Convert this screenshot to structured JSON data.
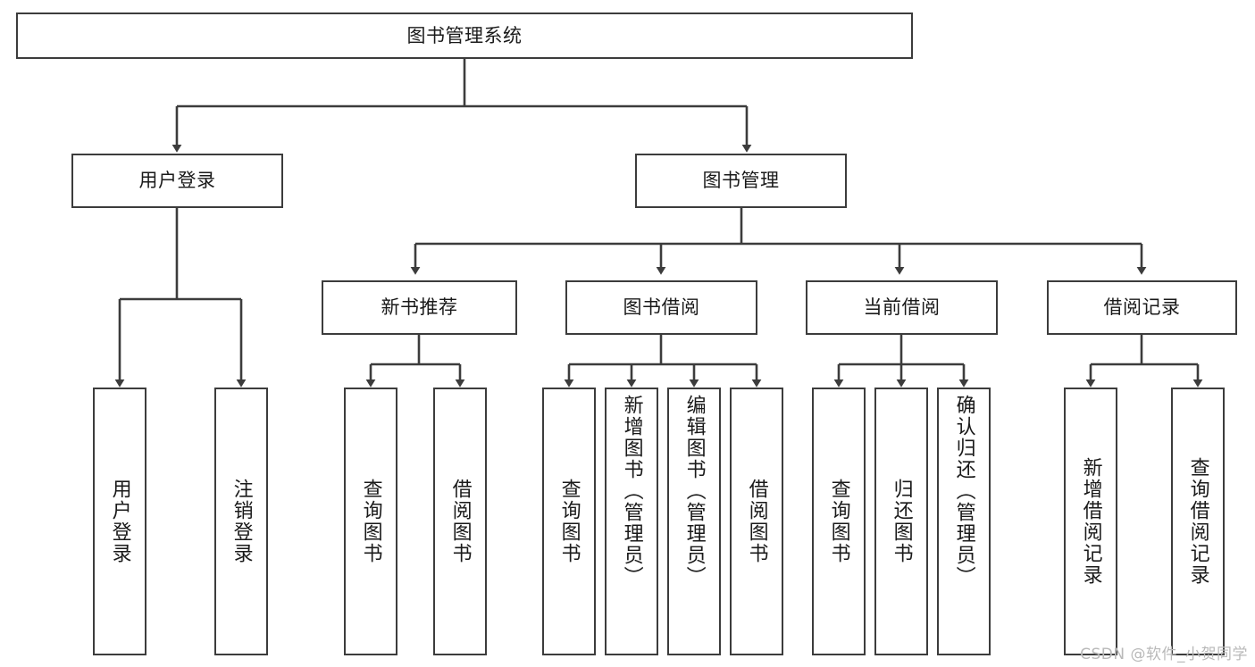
{
  "diagram": {
    "type": "tree-hierarchy",
    "title": "图书管理系统",
    "root": {
      "id": "root",
      "label": "图书管理系统"
    },
    "level2": [
      {
        "id": "user-login",
        "label": "用户登录"
      },
      {
        "id": "book-manage",
        "label": "图书管理"
      }
    ],
    "level3": [
      {
        "id": "new-book-rec",
        "label": "新书推荐",
        "parent": "book-manage"
      },
      {
        "id": "book-borrow",
        "label": "图书借阅",
        "parent": "book-manage"
      },
      {
        "id": "current-borrow",
        "label": "当前借阅",
        "parent": "book-manage"
      },
      {
        "id": "borrow-record",
        "label": "借阅记录",
        "parent": "book-manage"
      }
    ],
    "leaves": [
      {
        "id": "leaf-user-login",
        "label": "用户登录",
        "parent": "user-login"
      },
      {
        "id": "leaf-logout",
        "label": "注销登录",
        "parent": "user-login"
      },
      {
        "id": "leaf-rec-query-book",
        "label": "查询图书",
        "parent": "new-book-rec"
      },
      {
        "id": "leaf-rec-borrow-book",
        "label": "借阅图书",
        "parent": "new-book-rec"
      },
      {
        "id": "leaf-borrow-query-book",
        "label": "查询图书",
        "parent": "book-borrow"
      },
      {
        "id": "leaf-add-book",
        "label": "新增图书（管理员）",
        "parent": "book-borrow"
      },
      {
        "id": "leaf-edit-book",
        "label": "编辑图书（管理员）",
        "parent": "book-borrow"
      },
      {
        "id": "leaf-borrow-book",
        "label": "借阅图书",
        "parent": "book-borrow"
      },
      {
        "id": "leaf-cur-query-book",
        "label": "查询图书",
        "parent": "current-borrow"
      },
      {
        "id": "leaf-return-book",
        "label": "归还图书",
        "parent": "current-borrow"
      },
      {
        "id": "leaf-confirm-return",
        "label": "确认归还（管理员）",
        "parent": "current-borrow"
      },
      {
        "id": "leaf-add-record",
        "label": "新增借阅记录",
        "parent": "borrow-record"
      },
      {
        "id": "leaf-query-record",
        "label": "查询借阅记录",
        "parent": "borrow-record"
      }
    ],
    "colors": {
      "border": "#3c3c3c",
      "background": "#ffffff",
      "text": "#1a1a1a",
      "watermark": "#b9b9b9"
    }
  },
  "watermark": {
    "text": "CSDN @软件_小贺同学"
  }
}
